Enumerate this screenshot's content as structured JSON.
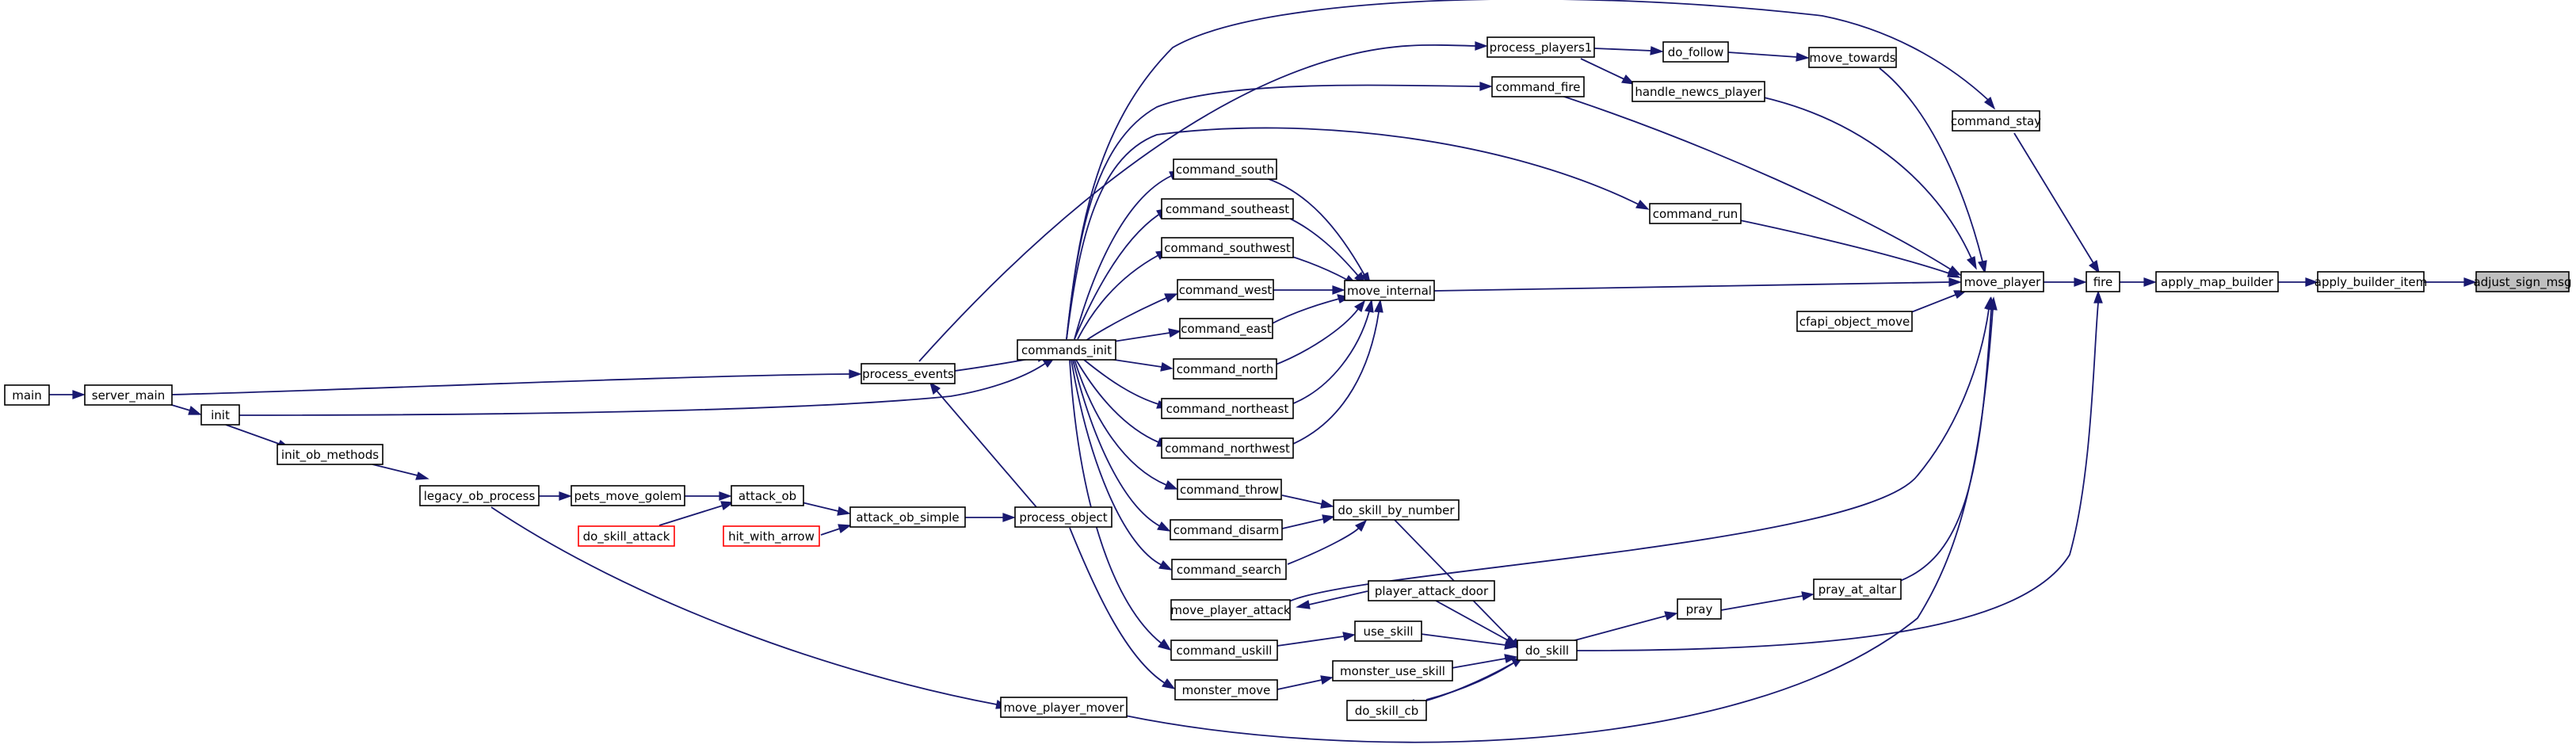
{
  "colors": {
    "edge": "#191970",
    "node_border": "#000000",
    "node_fill": "#ffffff",
    "highlight_fill": "#bfbfbf",
    "truncated_border": "#ff0000"
  },
  "nodes": {
    "adjust_sign_msg": "adjust_sign_msg",
    "apply_builder_item": "apply_builder_item",
    "apply_map_builder": "apply_map_builder",
    "fire": "fire",
    "command_stay": "command_stay",
    "move_player": "move_player",
    "pray_at_altar": "pray_at_altar",
    "pray": "pray",
    "do_skill": "do_skill",
    "cfapi_object_move": "cfapi_object_move",
    "move_towards": "move_towards",
    "do_follow": "do_follow",
    "process_players1": "process_players1",
    "handle_newcs_player": "handle_newcs_player",
    "command_fire": "command_fire",
    "command_run": "command_run",
    "move_internal": "move_internal",
    "command_south": "command_south",
    "command_southeast": "command_southeast",
    "command_southwest": "command_southwest",
    "command_west": "command_west",
    "command_east": "command_east",
    "command_north": "command_north",
    "command_northeast": "command_northeast",
    "command_northwest": "command_northwest",
    "command_throw": "command_throw",
    "command_disarm": "command_disarm",
    "command_search": "command_search",
    "do_skill_by_number": "do_skill_by_number",
    "move_player_attack": "move_player_attack",
    "player_attack_door": "player_attack_door",
    "command_uskill": "command_uskill",
    "use_skill": "use_skill",
    "monster_use_skill": "monster_use_skill",
    "do_skill_cb": "do_skill_cb",
    "monster_move": "monster_move",
    "commands_init": "commands_init",
    "process_events": "process_events",
    "server_main": "server_main",
    "main": "main",
    "init": "init",
    "init_ob_methods": "init_ob_methods",
    "legacy_ob_process": "legacy_ob_process",
    "pets_move_golem": "pets_move_golem",
    "attack_ob": "attack_ob",
    "do_skill_attack": "do_skill_attack",
    "attack_ob_simple": "attack_ob_simple",
    "hit_with_arrow": "hit_with_arrow",
    "process_object": "process_object",
    "move_player_mover": "move_player_mover"
  }
}
